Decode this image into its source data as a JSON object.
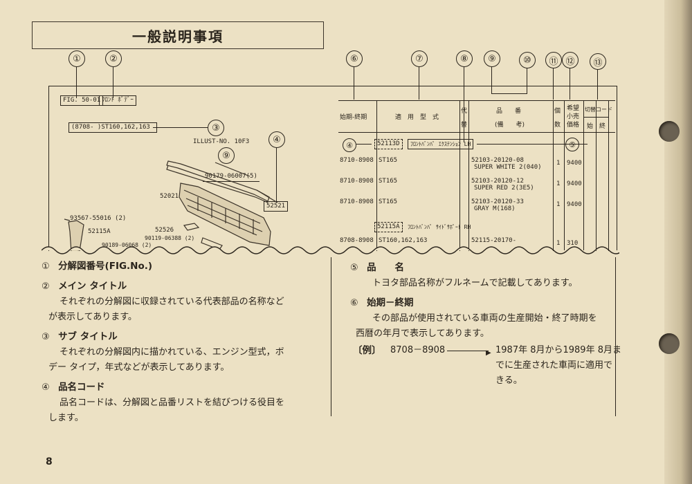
{
  "page": {
    "title": "一般説明事項",
    "page_number": "8"
  },
  "callouts": [
    "①",
    "②",
    "③",
    "④",
    "⑤",
    "⑥",
    "⑦",
    "⑧",
    "⑨",
    "⑩",
    "⑪",
    "⑫",
    "⑬"
  ],
  "figure": {
    "fig_no": "FIG. 50-01",
    "main_title": "ﾌﾛﾝﾄ ﾎﾞﾃﾞｰ",
    "sub_title": "(8708-        )ST160,162,163",
    "illust_no": "ILLUST-NO. 10F3",
    "parts": {
      "p90179": "90179-06007",
      "p90179_qty": "(5)",
      "p52021": "52021",
      "p52521": "52521",
      "p93567": "93567-55016 (2)",
      "p52115a": "52115A",
      "p52526": "52526",
      "p90119": "90119-06388 (2)",
      "p90189": "90189-06068 (2)"
    }
  },
  "table": {
    "headers": {
      "period": "始期-終期",
      "model": "適　用　型　式",
      "substitute": "代替",
      "part_no": "品　　番",
      "remark": "(備　　考)",
      "qty": "個数",
      "price_a": "希望",
      "price_b": "小売",
      "price_c": "価格",
      "switch": "切替コード",
      "start": "始",
      "end": "終"
    },
    "groups": [
      {
        "code": "52113D",
        "name": "ﾌﾛﾝﾄﾊﾞﾝﾊﾟ ｴｸｽﾃﾝｼｮﾝ LH",
        "rows": [
          {
            "period": "8710-8908",
            "model": "ST165",
            "part": "52103-20120-08",
            "remark": "SUPER WHITE 2(040)",
            "qty": "1",
            "price": "9400"
          },
          {
            "period": "8710-8908",
            "model": "ST165",
            "part": "52103-20120-12",
            "remark": "SUPER RED 2(3E5)",
            "qty": "1",
            "price": "9400"
          },
          {
            "period": "8710-8908",
            "model": "ST165",
            "part": "52103-20120-33",
            "remark": "GRAY M(168)",
            "qty": "1",
            "price": "9400"
          }
        ]
      },
      {
        "code": "52115A",
        "name": "ﾌﾛﾝﾄﾊﾞﾝﾊﾟ ｻｲﾄﾞｻﾎﾟｰﾄ RH",
        "rows": [
          {
            "period": "8708-8908",
            "model": "ST160,162,163",
            "part": "52115-20170-",
            "remark": "",
            "qty": "1",
            "price": "310"
          }
        ]
      }
    ]
  },
  "descriptions": {
    "left": [
      {
        "num": "①",
        "heading": "分解図番号(FIG.No.)",
        "body": []
      },
      {
        "num": "②",
        "heading": "メイン タイトル",
        "body": [
          "それぞれの分解図に収録されている代表部品の名称など",
          "が表示してあります。"
        ]
      },
      {
        "num": "③",
        "heading": "サブ タイトル",
        "body": [
          "それぞれの分解図内に描かれている、エンジン型式，ボ",
          "デー タイプ，年式などが表示してあります。"
        ]
      },
      {
        "num": "④",
        "heading": "品名コード",
        "body": [
          "品名コードは、分解図と品番リストを結びつける役目を",
          "します。"
        ]
      }
    ],
    "right": [
      {
        "num": "⑤",
        "heading": "品　　名",
        "body": [
          "トヨタ部品名称がフルネームで記載してあります。"
        ]
      },
      {
        "num": "⑥",
        "heading": "始期－終期",
        "body": [
          "その部品が使用されている車両の生産開始・終了時期を",
          "西暦の年月で表示してあります。"
        ]
      }
    ],
    "example": {
      "label": "〔例〕",
      "code": "8708－8908",
      "text": [
        "1987年 8月から1989年 8月ま",
        "でに生産された車両に適用で",
        "きる。"
      ]
    }
  }
}
